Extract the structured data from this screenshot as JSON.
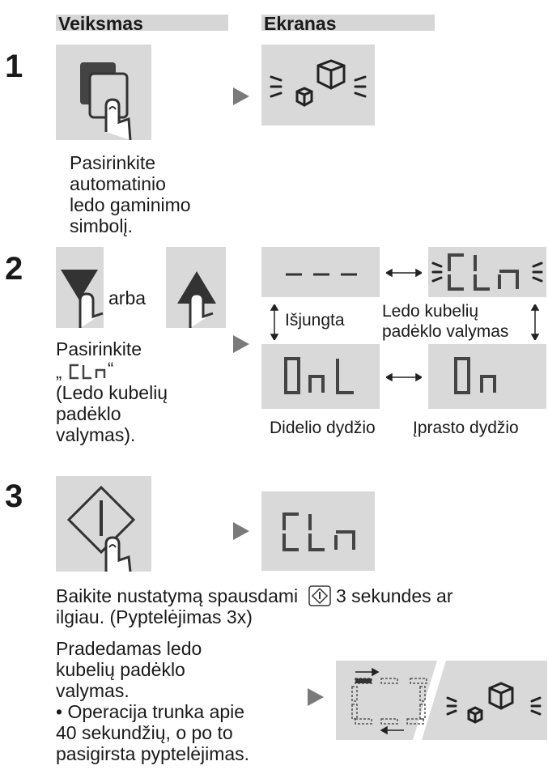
{
  "headers": {
    "action": "Veiksmas",
    "display": "Ekranas"
  },
  "steps": [
    {
      "number": "1",
      "action_text": "Pasirinkite\nautomatinio\nledo gaminimo\nsimbolį."
    },
    {
      "number": "2",
      "connector": "arba",
      "action_text_1": "Pasirinkite",
      "action_text_2": "(Ledo kubelių\npadėklo\nvalymas).",
      "states": {
        "off_label": "Išjungta",
        "cleaning_label": "Ledo kubelių\npadėklo valymas",
        "large_label": "Didelio dydžio",
        "normal_label": "Įprasto dydžio"
      }
    },
    {
      "number": "3",
      "finish_text_1": "Baikite nustatymą spausdami",
      "finish_text_2": "3 sekundes ar",
      "finish_text_3": "ilgiau. (Pyptelėjimas 3x)",
      "result_text": "Pradedamas ledo\nkubelių padėklo\nvalymas.",
      "bullet_text": "• Operacija trunka apie\n  40 sekundžių, o po to\n  pasigirsta pyptelėjimas."
    }
  ]
}
